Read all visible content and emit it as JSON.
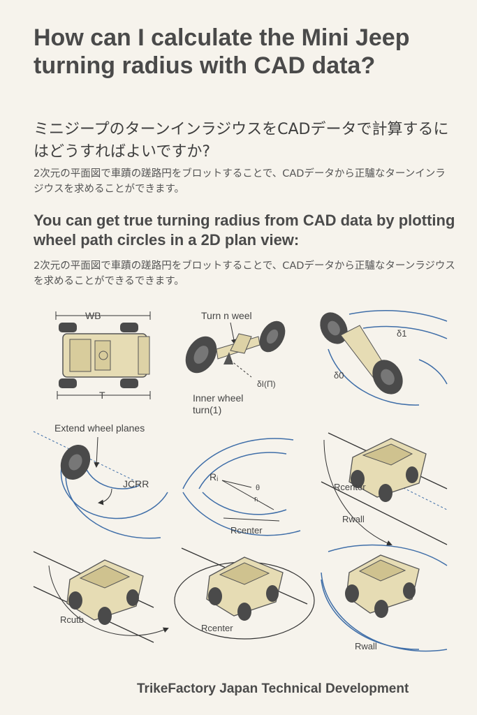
{
  "title_en": "How can I calculate the Mini Jeep turning radius with CAD data?",
  "title_ja": "ミニジープのターンインラジウスをCADデータで計算するにはどうすればよいですか?",
  "desc_ja": "2次元の平面図で車蹟の蹉路円をブロットすることで、CADデータから正驢なターンインラジウスを求めることができます。",
  "answer_en": "You can get true turning radius from CAD data by plotting wheel path circles in a 2D plan view:",
  "answer_ja": "2次元の平面図で車蹟の蹉路円をブロットすることで、CADデータから正驢なターンラジウスを求めることができるできます。",
  "diagram_labels": {
    "wb": "WB",
    "t": "T",
    "turn_wheel": "Turn n weel",
    "delta_in": "δI(Π)",
    "inner_wheel": "Inner wheel",
    "inner_turn": "turn(1)",
    "delta_1": "δ1",
    "delta_0": "δ0",
    "extend": "Extend wheel planes",
    "jcrr": "JCRR",
    "r_i": "Rᵢ",
    "theta": "θ",
    "r_sub": "rᵢ",
    "r_center": "Rcenter",
    "r_center_2": "Rcenter",
    "r_wall": "Rwall",
    "r_curb": "Rcutb",
    "r_center_3": "Rcenter",
    "r_wall_2": "Rwall"
  },
  "footer": "TrikeFactory Japan Technical Development",
  "colors": {
    "arc": "#3f6ea8",
    "body": "#e6dcb4",
    "tire": "#4a4a4a"
  }
}
